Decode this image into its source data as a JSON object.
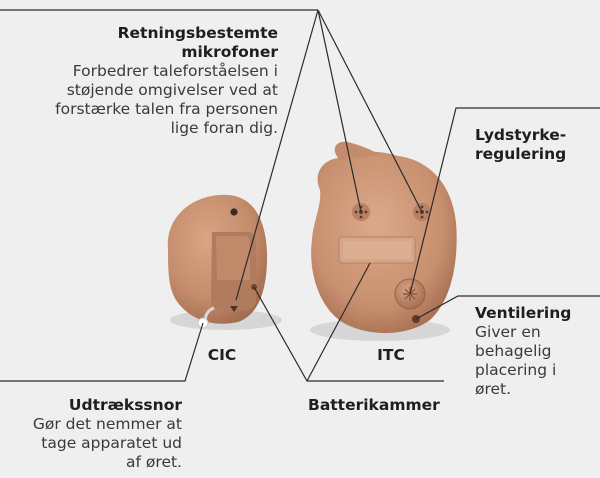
{
  "callouts": {
    "mics": {
      "title_line1": "Retningsbestemte",
      "title_line2": "mikrofoner",
      "desc_lines": [
        "Forbedrer taleforståelsen i",
        "støjende omgivelser ved at",
        "forstærke talen fra personen",
        "lige foran dig."
      ]
    },
    "volume": {
      "title_line1": "Lydstyrke-",
      "title_line2": "regulering"
    },
    "vent": {
      "title": "Ventilering",
      "desc_lines": [
        "Giver en",
        "behagelig",
        "placering i",
        "øret."
      ]
    },
    "pull": {
      "title": "Udtrækssnor",
      "desc_lines": [
        "Gør det nemmer at",
        "tage apparatet ud",
        "af øret."
      ]
    },
    "battery": {
      "title": "Batterikammer"
    }
  },
  "models": {
    "cic": "CIC",
    "itc": "ITC"
  },
  "colors": {
    "background": "#efefef",
    "skin": "#c9906f",
    "skin_dark": "#a86f52",
    "line": "#2b2b2b"
  }
}
